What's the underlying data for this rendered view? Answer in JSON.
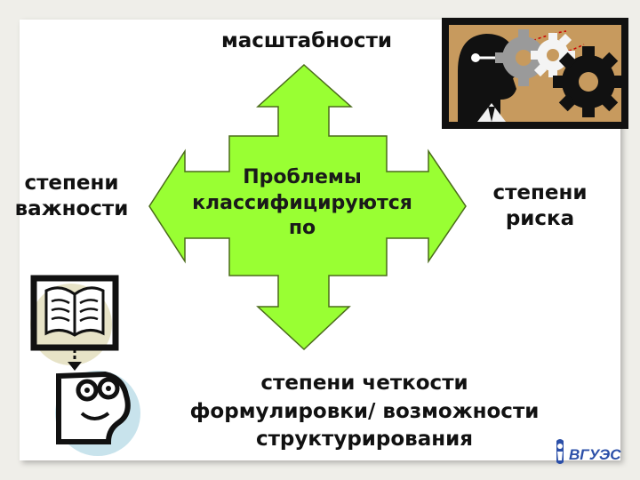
{
  "diagram": {
    "center_lines": [
      "Проблемы",
      "классифицируются",
      "по"
    ],
    "top": "масштабности",
    "left_lines": [
      "степени",
      "важности"
    ],
    "right_lines": [
      "степени",
      "риска"
    ],
    "bottom_lines": [
      "степени четкости",
      "формулировки/ возможности",
      "структурирования"
    ]
  },
  "logo": {
    "text": "ВГУЭС"
  },
  "colors": {
    "arrow_fill": "#99ff33",
    "arrow_stroke": "#4a6b1a",
    "text": "#111111"
  },
  "icons": [
    "gears-head-clipart-icon",
    "book-reader-clipart-icon",
    "university-logo-icon"
  ]
}
